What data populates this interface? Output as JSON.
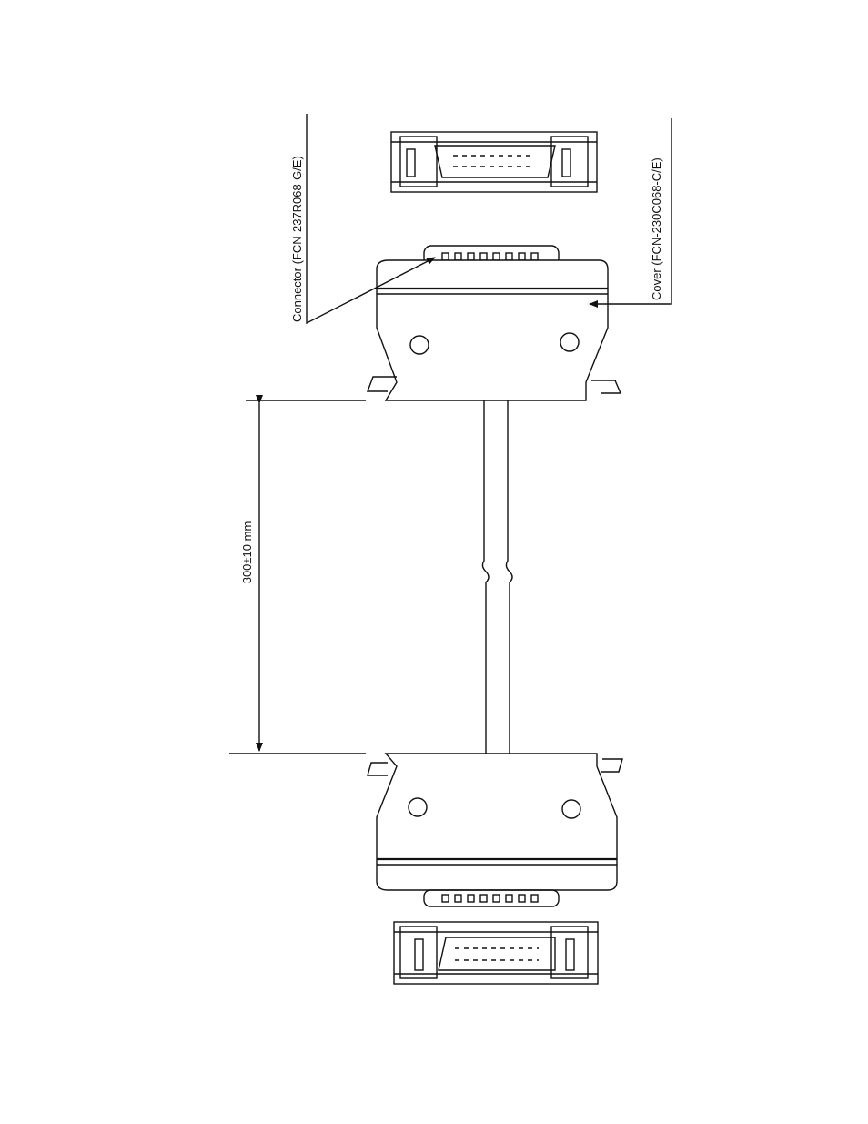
{
  "labels": {
    "connector": "Connector (FCN-237R068-G/E)",
    "cover": "Cover (FCN-230C068-C/E)",
    "length": "300±10 mm"
  }
}
